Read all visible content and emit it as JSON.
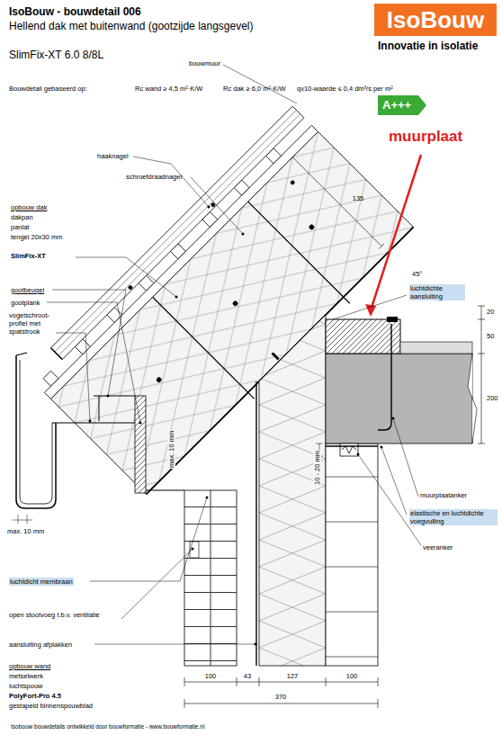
{
  "diagram": {
    "title": "IsoBouw - bouwdetail 006",
    "nodes": [
      {
        "text": [
          "IsoBouw"
        ]
      },
      {
        "text": [
          "A+++"
        ]
      }
    ],
    "labels": [
      "Hellend dak met buitenwand (gootzijde langsgevel)",
      "SlimFix-XT 6.0 8/8L",
      "Bouwdetail gebaseerd op:",
      "Rc wand ≥ 4,5 m²·K/W",
      "Rc dak ≥ 6,0 m²·K/W",
      "qv10-waarde ≤ 0,4 dm³/s per m²",
      "Innovatie in isolatie",
      "muurplaat",
      "bouwmuur",
      "haaknagel",
      "schroefdraadnagel",
      "opbouw dak",
      "dakpan",
      "panlat",
      "tengel 20x30 mm",
      "SlimFix-XT",
      "135",
      "45°",
      "luchtdichte aansluiting",
      "20",
      "50",
      "200",
      "gootbeugel",
      "gootplank",
      "vogelschroot-profiel met spatstrook",
      "max. 10 mm",
      "max. 10 mm",
      "luchtdicht membraan",
      "muurplaatanker",
      "10 - 20 mm",
      "elastische en luchtdichte voegvulling",
      "veeranker",
      "open stootvoeg t.b.v. ventilatie",
      "aansluiting afplakken",
      "opbouw wand",
      "metselwerk",
      "luchtspouw",
      "PolyFort-Pro 4.5",
      "gestapeld binnenspouwblad",
      "100",
      "43",
      "127",
      "100",
      "370",
      "Isobouw bouwdetails ontwikkeld door bouwformatie - www.bouwformatie.nl"
    ]
  }
}
